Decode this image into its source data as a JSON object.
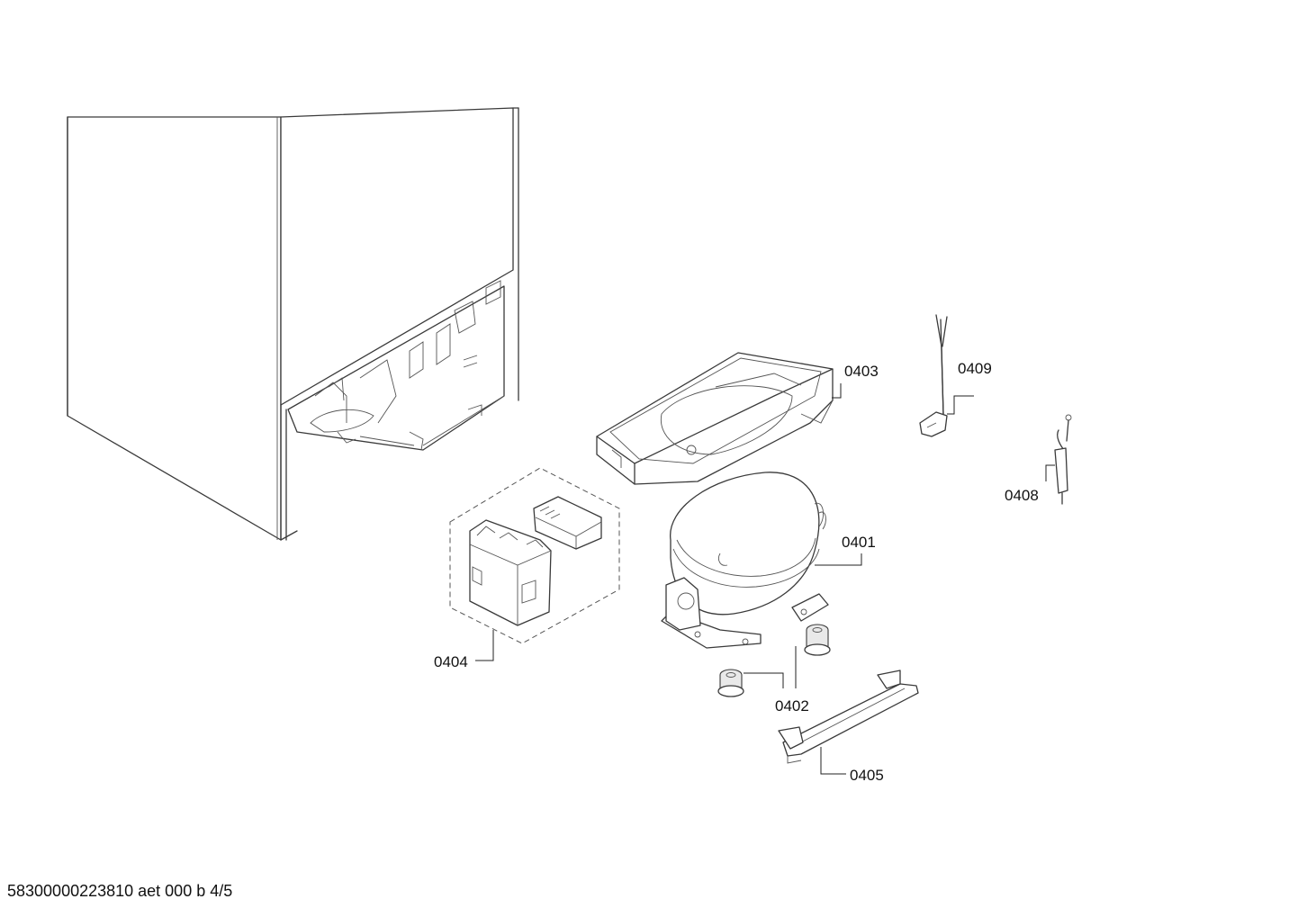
{
  "callouts": {
    "c0401": "0401",
    "c0402": "0402",
    "c0403": "0403",
    "c0404": "0404",
    "c0405": "0405",
    "c0408": "0408",
    "c0409": "0409"
  },
  "footer": {
    "text": "58300000223810 aet 000 b 4/5"
  }
}
